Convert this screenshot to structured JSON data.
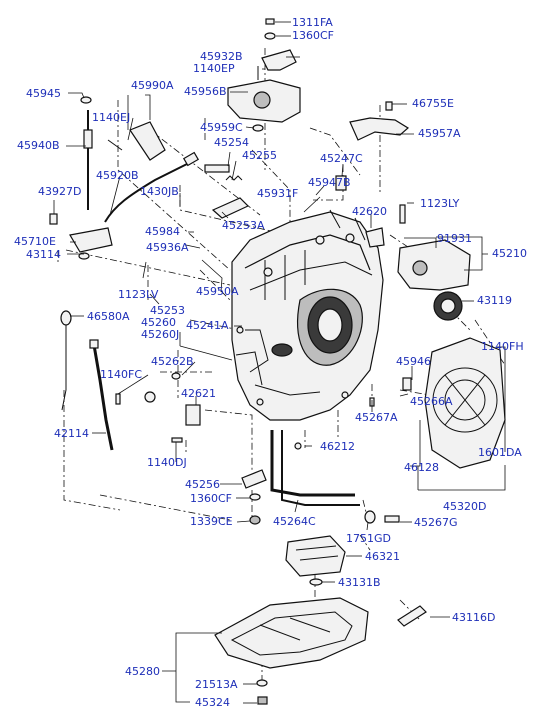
{
  "labels": {
    "l1311FA": "1311FA",
    "l1360CF": "1360CF",
    "l45932B": "45932B",
    "l1140EP": "1140EP",
    "l45956B": "45956B",
    "l46755E": "46755E",
    "l45945": "45945",
    "l45990A": "45990A",
    "l1140EJ": "1140EJ",
    "l45940B": "45940B",
    "l45959C": "45959C",
    "l45957A": "45957A",
    "l45254": "45254",
    "l45255": "45255",
    "l45247C": "45247C",
    "l45920B": "45920B",
    "l43927D": "43927D",
    "l1430JB": "1430JB",
    "l45947B": "45947B",
    "l45931F": "45931F",
    "l1123LY": "1123LY",
    "l42620": "42620",
    "l45710E": "45710E",
    "l45984": "45984",
    "l45253A": "45253A",
    "l91931": "91931",
    "l43114": "43114",
    "l45936A": "45936A",
    "l45210": "45210",
    "l1123LV": "1123LV",
    "l45950A": "45950A",
    "l43119": "43119",
    "l45253": "45253",
    "l46580A": "46580A",
    "l45260": "45260",
    "l45260J": "45260J",
    "l45241A": "45241A",
    "l1140FH": "1140FH",
    "l45262B": "45262B",
    "l45946": "45946",
    "l1140FC": "1140FC",
    "l42621": "42621",
    "l45266A": "45266A",
    "l45267A": "45267A",
    "l42114": "42114",
    "l46212": "46212",
    "l46128": "46128",
    "l1601DA": "1601DA",
    "l1140DJ": "1140DJ",
    "l45256": "45256",
    "l1360CF_b": "1360CF",
    "l45320D": "45320D",
    "l1339CE": "1339CE",
    "l45264C": "45264C",
    "l45267G": "45267G",
    "l1751GD": "1751GD",
    "l46321": "46321",
    "l43131B": "43131B",
    "l43116D": "43116D",
    "l45280": "45280",
    "l21513A": "21513A",
    "l45324": "45324"
  }
}
